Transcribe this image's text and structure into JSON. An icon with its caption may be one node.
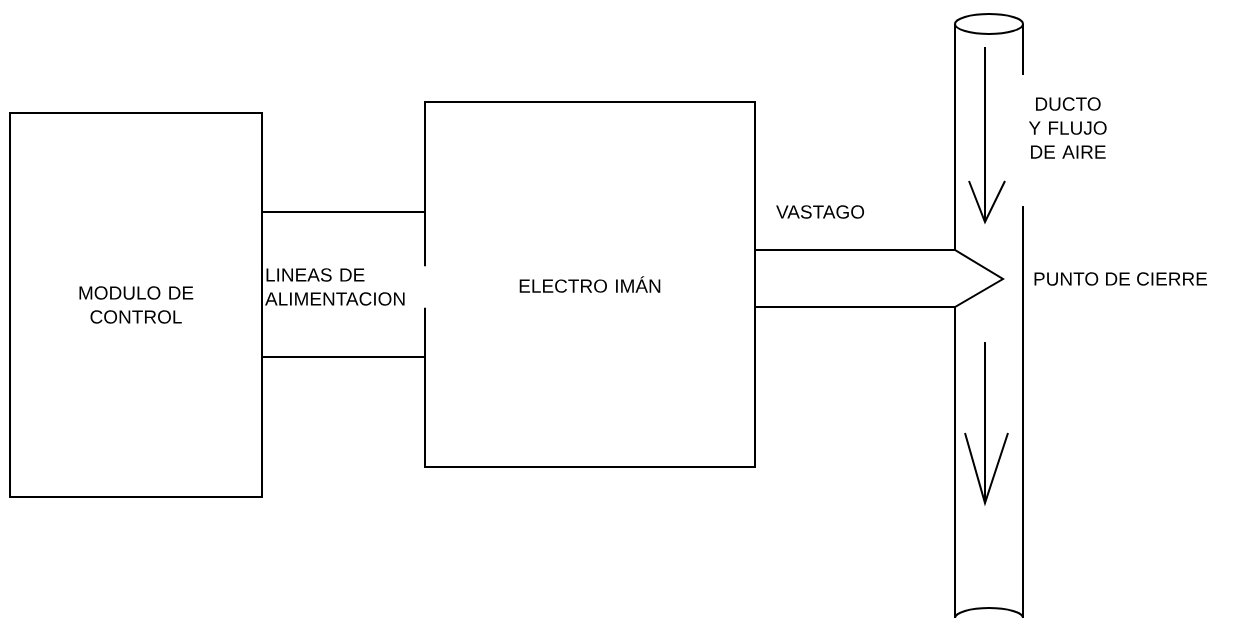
{
  "diagram": {
    "nodes": [
      {
        "text": [
          "MODULO DE CONTROL"
        ]
      },
      {
        "text": [
          "ELECTRO IMÁN"
        ]
      },
      {
        "text": [
          "VASTAGO"
        ]
      },
      {
        "text": [
          "DUCTO Y FLUJO DE AIRE"
        ]
      }
    ],
    "edges": [
      {
        "from": 0,
        "to": 1,
        "arrow": "none"
      },
      {
        "from": 0,
        "to": 1,
        "arrow": "none"
      }
    ],
    "labels": [
      "LINEAS DE ALIMENTACION",
      "PUNTO DE CIERRE"
    ]
  }
}
